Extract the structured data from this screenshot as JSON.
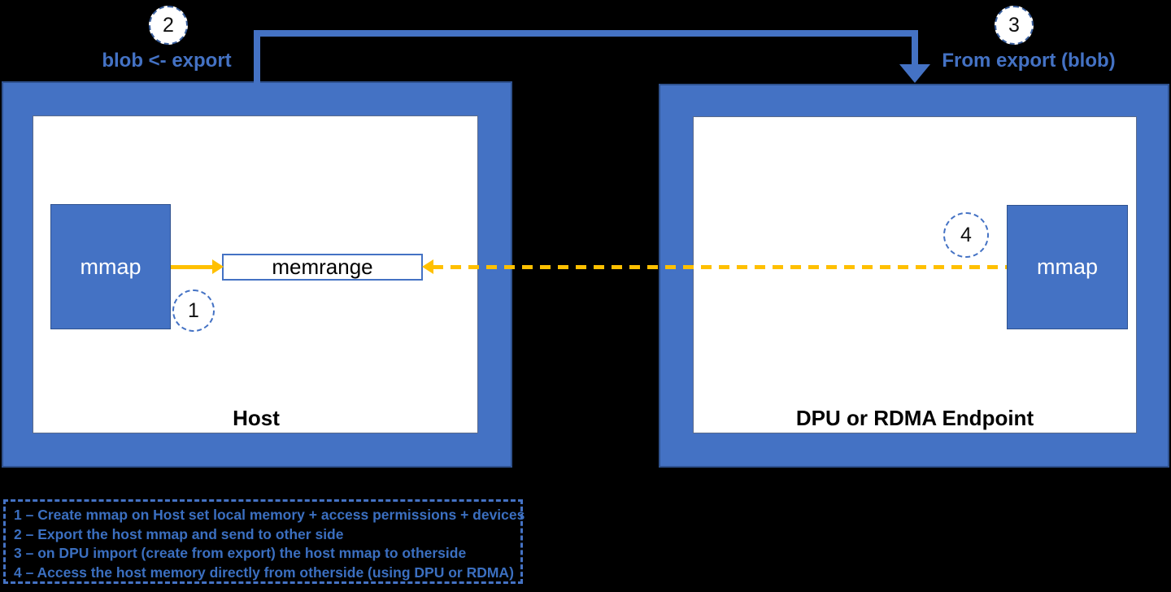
{
  "diagram_title": "Host to DPU/RDMA mmap export diagram",
  "colors": {
    "accent_blue": "#4472C4",
    "accent_blue_dark": "#2F528F",
    "arrow_yellow": "#FFC000",
    "panel_white": "#FFFFFF",
    "background": "#000000"
  },
  "steps": {
    "s1": {
      "number": "1"
    },
    "s2": {
      "number": "2",
      "label": "blob <- export"
    },
    "s3": {
      "number": "3",
      "label": "From export (blob)"
    },
    "s4": {
      "number": "4"
    }
  },
  "host": {
    "title": "Host",
    "mmap_label": "mmap",
    "memrange_label": "memrange"
  },
  "endpoint": {
    "title": "DPU or RDMA Endpoint",
    "mmap_label": "mmap"
  },
  "legend": {
    "items": [
      "1 – Create mmap on Host set local memory + access permissions + devices",
      "2 – Export the host mmap and send to other side",
      "3 – on DPU import (create from export) the host mmap to otherside",
      "4 – Access the host memory directly from otherside (using DPU or RDMA)"
    ]
  }
}
